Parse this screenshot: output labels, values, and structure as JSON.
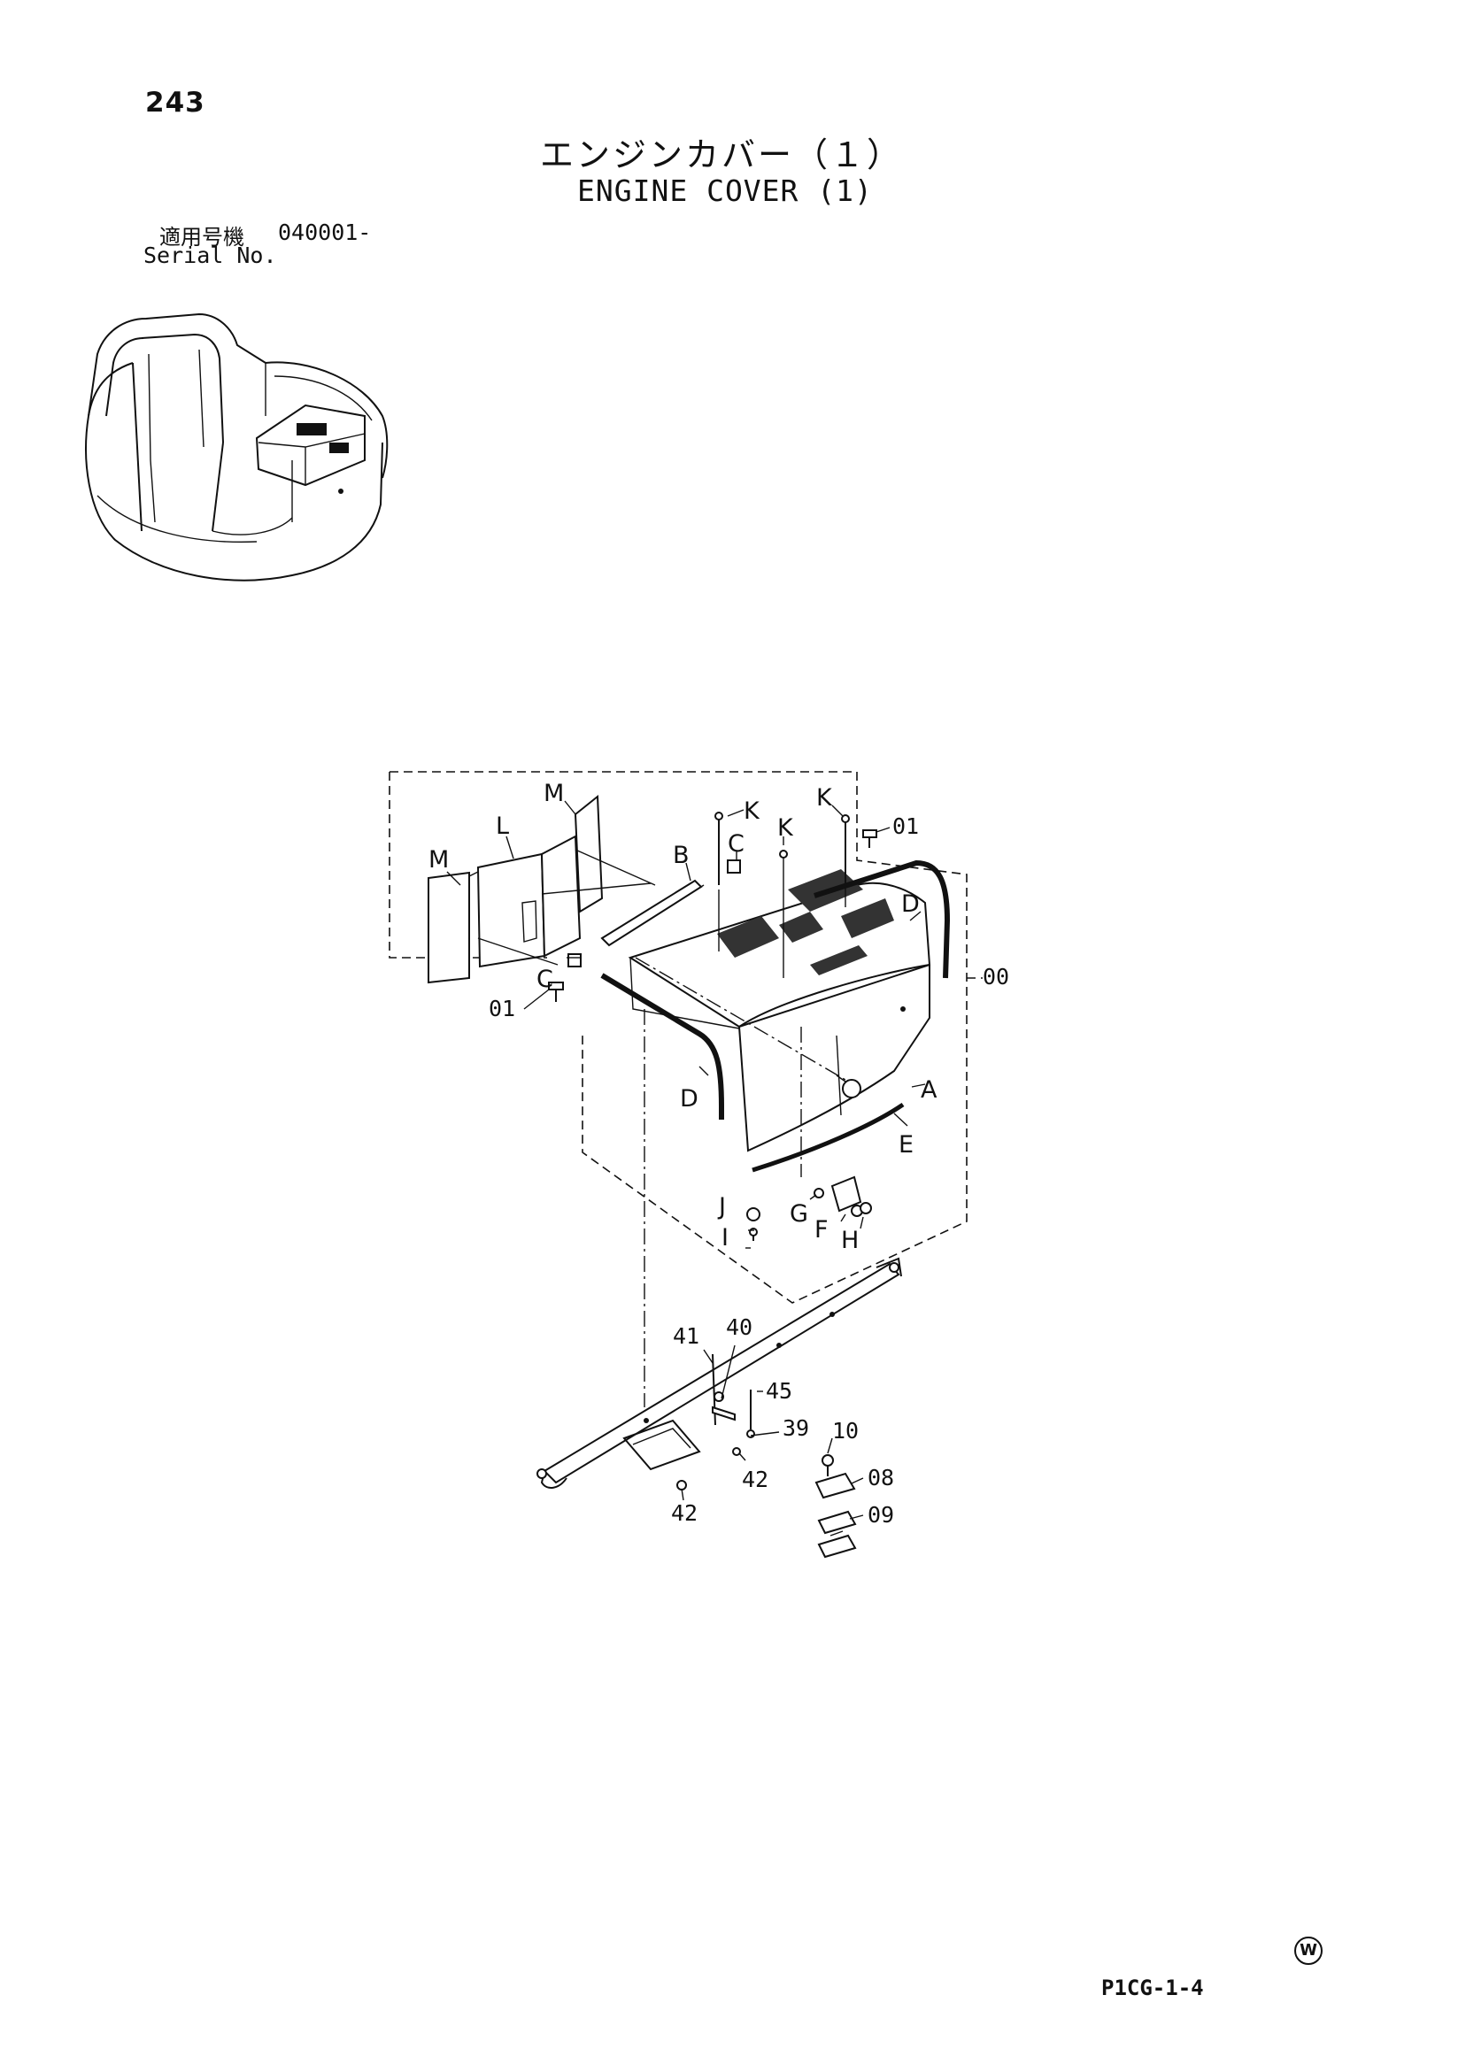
{
  "header": {
    "page_number": "243",
    "title_japanese": "エンジンカバー（１）",
    "title_english": "ENGINE COVER (1)",
    "serial_label_japanese": "適用号機",
    "serial_value": "040001-",
    "serial_label_english": "Serial No."
  },
  "callouts": {
    "M_left": "M",
    "M_top": "M",
    "L": "L",
    "B": "B",
    "C_top": "C",
    "C_left": "C",
    "K_1": "K",
    "K_2": "K",
    "K_3": "K",
    "D_right": "D",
    "D_left": "D",
    "A": "A",
    "E": "E",
    "J": "J",
    "I": "I",
    "G": "G",
    "F": "F",
    "H": "H",
    "n01_top": "01",
    "n01_left": "01",
    "n00": "00",
    "n41": "41",
    "n40": "40",
    "n45": "45",
    "n39": "39",
    "n42_right": "42",
    "n42_bottom": "42",
    "n10": "10",
    "n08": "08",
    "n09": "09"
  },
  "footer": {
    "mark": "W",
    "code": "P1CG-1-4"
  }
}
